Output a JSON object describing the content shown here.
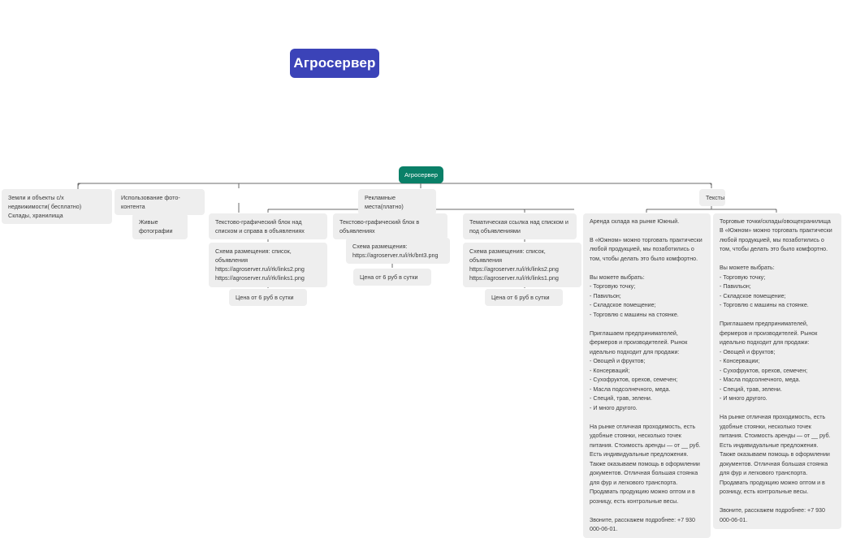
{
  "page": {
    "title_banner": "Агросервер",
    "root_label": "Агросервер",
    "colors": {
      "banner_bg": "#3b43b8",
      "banner_text": "#ffffff",
      "root_bg": "#0a8068",
      "root_text": "#ffffff",
      "node_bg": "#eeeeee",
      "node_text": "#3b3b3b",
      "connector": "#666666",
      "canvas_bg": "#ffffff"
    }
  },
  "nodes": {
    "branch1": {
      "label": "Земли и объекты с/х недвижимости( бесплатно)\n Склады, хранилища"
    },
    "branch2": {
      "label": "Использование фото-контента",
      "child": "Живые фотографии"
    },
    "branch3": {
      "label": "Рекламные места(платно)",
      "children": [
        {
          "label": "Текстово-графический блок над списком и справа в объявлениях",
          "scheme": "Схема размещения: список, объявления\nhttps://agroserver.ru/i/rk/links2.png\nhttps://agroserver.ru/i/rk/links1.png",
          "price": "Цена от 6 руб в сутки"
        },
        {
          "label": "Текстово-графический блок в объявлениях",
          "scheme": "Схема размещения:\nhttps://agroserver.ru/i/rk/bnt3.png",
          "price": "Цена от 6 руб в сутки"
        },
        {
          "label": "Тематическая ссылка над списком и под объявлениями",
          "scheme": "Схема размещения: список, объявления\nhttps://agroserver.ru/i/rk/links2.png\nhttps://agroserver.ru/i/rk/links1.png",
          "price": "Цена от 6 руб в сутки"
        }
      ]
    },
    "branch4": {
      "label": "Тексты",
      "children": [
        {
          "text": "Аренда склада на рынке Южный.\n\nВ «Южном» можно торговать практически любой продукцией, мы позаботились о том, чтобы делать это было комфортно.\n\nВы можете выбрать:\n-  Торговую точку;\n-  Павильон;\n-  Складское помещение;\n-  Торговлю с машины на стоянке.\n\nПриглашаем предпринимателей, фермеров и производителей. Рынок идеально подходит для продажи:\n-  Овощей и фруктов;\n-  Консерваций;\n-  Сухофруктов, орехов, семечен;\n-  Масла подсолнечного, меда.\n-  Специй, трав, зелени.\n-  И много другого.\n\nНа рынке отличная проходимость, есть удобные стоянки, несколько точек питания. Стоимость аренды — от __ руб. Есть индивидуальные предложения. Также оказываем помощь в оформлении документов. Отличная большая стоянка для фур и легкового транспорта. Продавать продукцию можно оптом и в розницу, есть контрольные весы.\n\nЗвоните, расскажем подробнее:  +7 930 000-06-01."
        },
        {
          "text": "Торговые точки/склады/овощехранилища\nВ «Южном» можно торговать практически любой продукцией, мы позаботились о том, чтобы делать это было комфортно.\n\nВы можете выбрать:\n-  Торговую точку;\n-  Павильон;\n-  Складское помещение;\n-  Торговлю с машины на стоянке.\n\nПриглашаем предпринимателей, фермеров и производителей. Рынок идеально подходит для продажи:\n-  Овощей и фруктов;\n-  Консервации;\n-  Сухофруктов, орехов, семечен;\n-  Масла подсолнечного, меда.\n-  Специй, трав, зелени.\n-  И много другого.\n\nНа рынке отличная проходимость, есть удобные стоянки, несколько точек питания. Стоимость аренды — от __ руб. Есть индивидуальные предложения. Также оказываем помощь в оформлении документов. Отличная большая стоянка для фур и легкового транспорта. Продавать продукцию можно оптом и в розницу, есть контрольные весы.\n\nЗвоните, расскажем подробнее:  +7 930 000-06-01."
        }
      ]
    }
  }
}
